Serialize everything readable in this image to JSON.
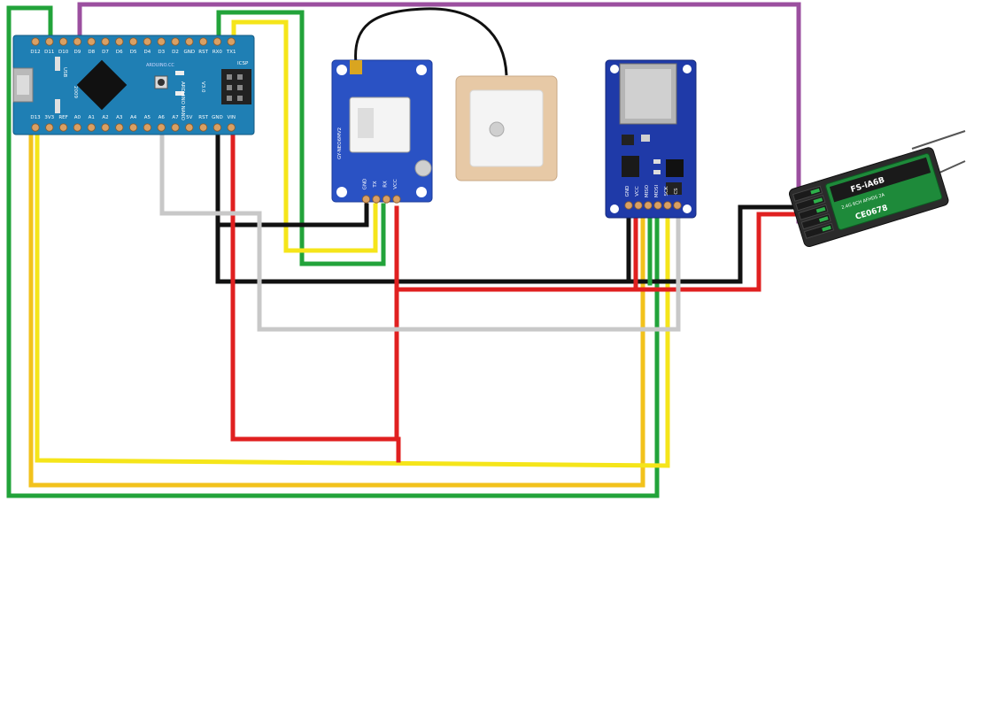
{
  "colors": {
    "wire_green": "#22a33a",
    "wire_purple": "#9b4f9f",
    "wire_yellow": "#f5e51a",
    "wire_gold": "#f2c21c",
    "wire_black": "#111111",
    "wire_red": "#e02020",
    "wire_gray": "#c8c8c8",
    "nano_board": "#1f7fb4",
    "gps_board": "#2a52c4",
    "sd_board": "#1f3aa8",
    "receiver_body": "#2b2b2b",
    "receiver_label": "#1e8a3a",
    "antenna_patch": "#e7c9a6"
  },
  "arduino_nano": {
    "top_pins": [
      "D12",
      "D11",
      "D10",
      "D9",
      "D8",
      "D7",
      "D6",
      "D5",
      "D4",
      "D3",
      "D2",
      "GND",
      "RST",
      "RX0",
      "TX1"
    ],
    "bottom_pins": [
      "D13",
      "3V3",
      "REF",
      "A0",
      "A1",
      "A2",
      "A3",
      "A4",
      "A5",
      "A6",
      "A7",
      "5V",
      "RST",
      "GND",
      "VIN"
    ],
    "silk_model": "ARDUINO NANO",
    "silk_version": "V3.0",
    "silk_usb": "USB",
    "silk_icsp": "ICSP",
    "silk_year": "2009",
    "silk_cc": "ARDUINO.CC"
  },
  "gps_module": {
    "model": "GY-NEO6MV2",
    "pins": [
      "VCC",
      "RX",
      "TX",
      "GND"
    ]
  },
  "sd_module": {
    "pins": [
      "GND",
      "VCC",
      "MISO",
      "MOSI",
      "SCK",
      "CS"
    ]
  },
  "receiver": {
    "model": "FS-iA6B",
    "subtitle": "2.4G 6CH AFHDS 2A",
    "cert": "CE0678"
  },
  "wires": [
    {
      "name": "purple-wire",
      "color": "#9b4f9f"
    },
    {
      "name": "green-wire-gps-tx",
      "color": "#22a33a"
    },
    {
      "name": "yellow-wire-gps-rx",
      "color": "#f5e51a"
    },
    {
      "name": "green-wire-sd",
      "color": "#22a33a"
    },
    {
      "name": "gold-wire-sd",
      "color": "#f2c21c"
    },
    {
      "name": "yellow-wire-sd",
      "color": "#f5e51a"
    },
    {
      "name": "black-wire-gnd",
      "color": "#111111"
    },
    {
      "name": "red-wire-vin",
      "color": "#e02020"
    },
    {
      "name": "gray-wire-a6",
      "color": "#c8c8c8"
    }
  ]
}
